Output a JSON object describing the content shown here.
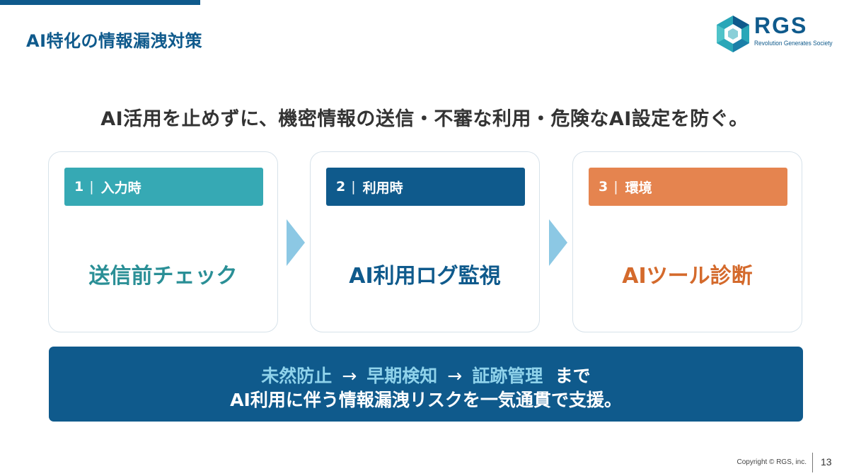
{
  "slide": {
    "title": "AI特化の情報漏洩対策",
    "headline": "AI活用を止めずに、機密情報の送信・不審な利用・危険なAI設定を防ぐ。"
  },
  "logo": {
    "name": "RGS",
    "tagline": "Revolution Generates Society"
  },
  "cards": [
    {
      "number": "1",
      "separator": "|",
      "tag": "入力時",
      "title": "送信前チェック",
      "tag_color": "#36a9b4",
      "title_color": "#2a8f96"
    },
    {
      "number": "2",
      "separator": "|",
      "tag": "利用時",
      "title": "AI利用ログ監視",
      "tag_color": "#0f5a8c",
      "title_color": "#0f5a8c"
    },
    {
      "number": "3",
      "separator": "|",
      "tag": "環境",
      "title": "AIツール診断",
      "tag_color": "#e5844f",
      "title_color": "#d46a2c"
    }
  ],
  "banner": {
    "step1": "未然防止",
    "arrow": "→",
    "step2": "早期検知",
    "step3": "証跡管理",
    "suffix": "まで",
    "line2": "AI利用に伴う情報漏洩リスクを一気通貫で支援。",
    "bg_color": "#0f5a8c",
    "highlight_color": "#8fd2ea"
  },
  "footer": {
    "copyright": "Copyright © RGS, inc.",
    "page": "13"
  },
  "colors": {
    "brand": "#0f5a8c",
    "arrow": "#8cc8e4"
  }
}
